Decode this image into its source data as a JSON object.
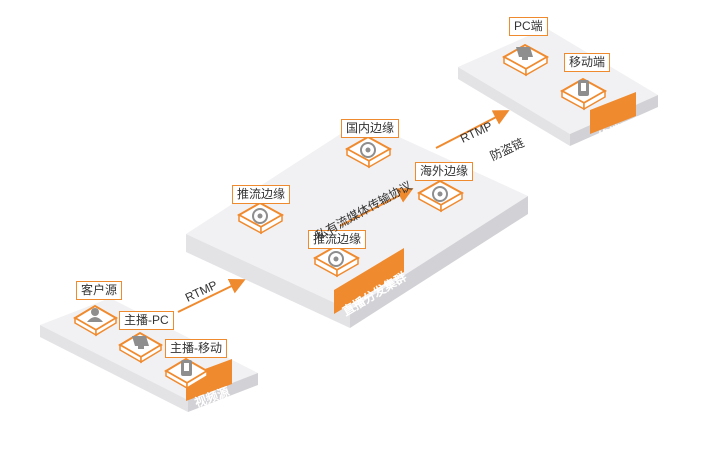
{
  "colors": {
    "accent": "#f08a2e",
    "platform_top": "#f1f1f3",
    "platform_side": "#d9d9dd",
    "icon": "#8e8e8e"
  },
  "source_group": {
    "tag": "视频源",
    "nodes": [
      {
        "label": "客户源",
        "icon": "user-icon"
      },
      {
        "label": "主播-PC",
        "icon": "monitor-icon"
      },
      {
        "label": "主播-移动",
        "icon": "mobile-icon"
      }
    ]
  },
  "cluster_group": {
    "tag": "直播分发集群",
    "nodes": [
      {
        "label": "推流边缘",
        "icon": "node-icon"
      },
      {
        "label": "推流边缘",
        "icon": "node-icon"
      },
      {
        "label": "国内边缘",
        "icon": "node-icon"
      },
      {
        "label": "海外边缘",
        "icon": "node-icon"
      }
    ],
    "internal_edge_label": "私有流媒体传输协议"
  },
  "user_group": {
    "tag": "终端用户",
    "nodes": [
      {
        "label": "PC端",
        "icon": "monitor-icon"
      },
      {
        "label": "移动端",
        "icon": "mobile-icon"
      }
    ]
  },
  "edges": {
    "ingest": {
      "label": "RTMP"
    },
    "delivery": {
      "label": "RTMP",
      "sublabel": "防盗链"
    }
  }
}
